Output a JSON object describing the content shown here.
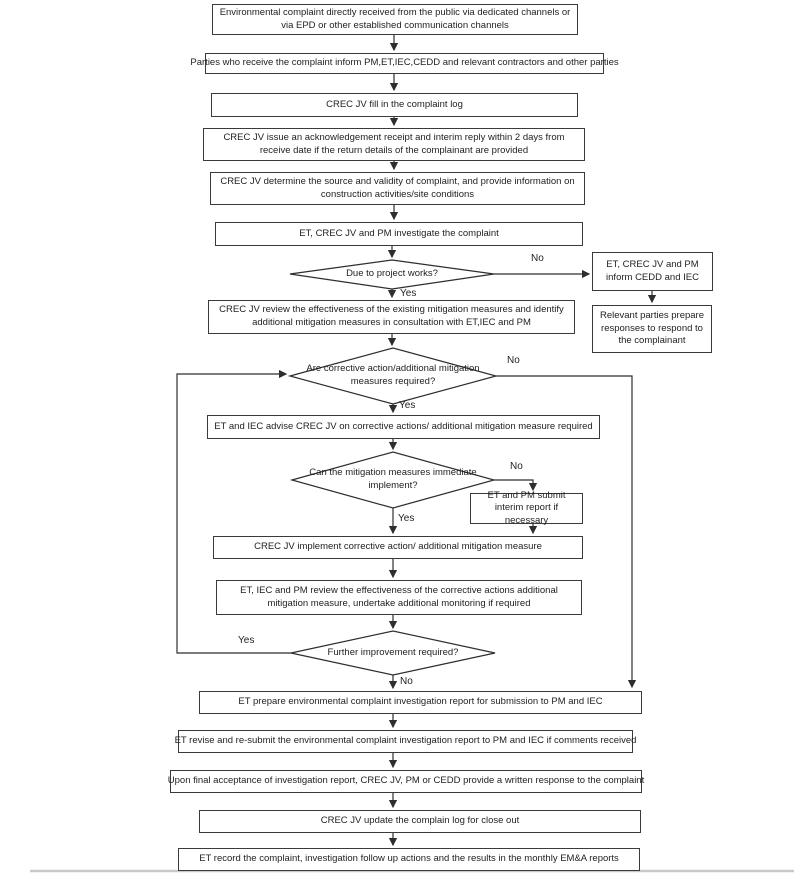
{
  "flowchart": {
    "steps": [
      {
        "text": "Environmental complaint directly received from the public via dedicated channels or via EPD or other established communication channels"
      },
      {
        "text": "Parties who receive the complaint inform PM,ET,IEC,CEDD and relevant contractors and other parties"
      },
      {
        "text": "CREC JV fill in the complaint log"
      },
      {
        "text": "CREC JV issue an acknowledgement receipt and interim reply within 2 days from receive date if the return details of the complainant are provided"
      },
      {
        "text": "CREC JV determine the source and validity of complaint, and provide information on construction activities/site conditions"
      },
      {
        "text": "ET, CREC JV and PM investigate the complaint"
      },
      {
        "text": "CREC JV review the effectiveness of the existing mitigation measures and identify additional mitigation measures in consultation with ET,IEC and PM"
      },
      {
        "text": "ET and IEC advise CREC JV on corrective actions/ additional mitigation measure required"
      },
      {
        "text": "CREC JV implement corrective action/ additional mitigation measure"
      },
      {
        "text": "ET, IEC and PM review the effectiveness of the corrective actions additional mitigation measure, undertake additional monitoring if required"
      },
      {
        "text": "ET prepare environmental complaint investigation report for submission to PM and IEC"
      },
      {
        "text": "ET revise and re-submit the environmental complaint investigation report to PM and IEC if comments received"
      },
      {
        "text": "Upon final acceptance of investigation report, CREC JV, PM or CEDD provide a written response to the complaint"
      },
      {
        "text": "CREC JV update the complain log for close out"
      },
      {
        "text": "ET record the complaint, investigation follow up actions and the results in the monthly EM&A reports"
      }
    ],
    "decisions": [
      {
        "text": "Due to project works?"
      },
      {
        "text": "Are corrective action/additional mitigation measures required?"
      },
      {
        "text": "Can the mitigation measures immediate implement?"
      },
      {
        "text": "Further improvement required?"
      }
    ],
    "side_boxes": [
      {
        "text": "ET, CREC JV and PM inform CEDD and IEC"
      },
      {
        "text": "Relevant parties prepare responses to respond to the complainant"
      },
      {
        "text": "ET and PM submit interim report if necessary"
      }
    ],
    "labels": {
      "yes": "Yes",
      "no": "No"
    },
    "colors": {
      "line": "#2e2e2e",
      "text": "#1f1f1f",
      "background": "#ffffff",
      "divider": "#c9c9c9"
    }
  }
}
